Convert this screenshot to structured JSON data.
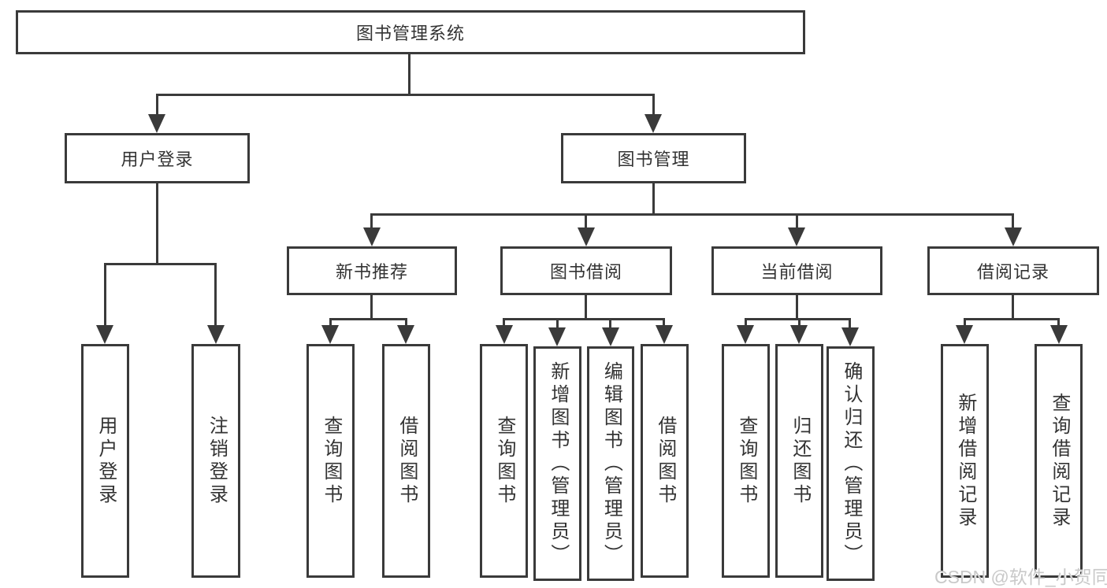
{
  "diagram": {
    "root": {
      "label": "图书管理系统"
    },
    "branches": [
      {
        "label": "用户登录",
        "children": [
          {
            "label": "用户登录"
          },
          {
            "label": "注销登录"
          }
        ]
      },
      {
        "label": "图书管理",
        "children": [
          {
            "label": "新书推荐",
            "children": [
              {
                "label": "查询图书"
              },
              {
                "label": "借阅图书"
              }
            ]
          },
          {
            "label": "图书借阅",
            "children": [
              {
                "label": "查询图书"
              },
              {
                "label": "新增图书（管理员）"
              },
              {
                "label": "编辑图书（管理员）"
              },
              {
                "label": "借阅图书"
              }
            ]
          },
          {
            "label": "当前借阅",
            "children": [
              {
                "label": "查询图书"
              },
              {
                "label": "归还图书"
              },
              {
                "label": "确认归还（管理员）"
              }
            ]
          },
          {
            "label": "借阅记录",
            "children": [
              {
                "label": "新增借阅记录"
              },
              {
                "label": "查询借阅记录"
              }
            ]
          }
        ]
      }
    ]
  },
  "watermark": {
    "text": "CSDN @软件_小贺同学"
  },
  "colors": {
    "line": "#3a3a3a",
    "text": "#333333",
    "watermark": "#c9c9c9",
    "background": "#ffffff"
  }
}
